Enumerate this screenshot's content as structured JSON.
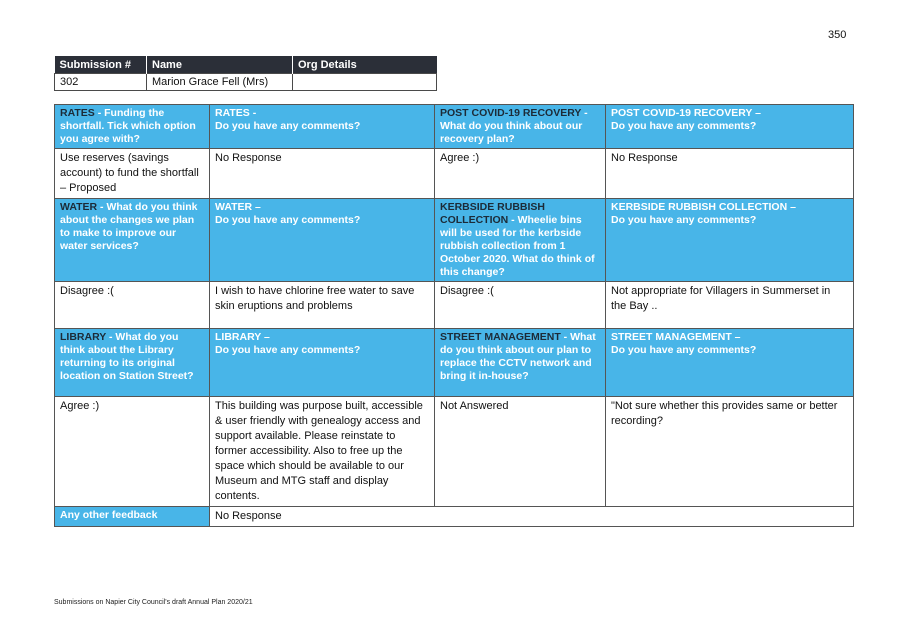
{
  "page_number": "350",
  "submission_table": {
    "headers": [
      "Submission #",
      "Name",
      "Org Details"
    ],
    "row": [
      "302",
      "Marion Grace Fell (Mrs)",
      ""
    ]
  },
  "main_table": {
    "rates": {
      "q1_lead": "RATES",
      "q1_text": " - Funding the shortfall. Tick which option you agree with?",
      "q2_lead": "RATES -",
      "q2_text": "Do you have any comments?",
      "a1": "Use reserves (savings account) to fund the shortfall – Proposed",
      "a2": "No Response"
    },
    "covid": {
      "q1_lead": "POST COVID-19 RECOVERY",
      "q1_text": " - What do you think about our recovery plan?",
      "q2_lead": "POST COVID-19 RECOVERY –",
      "q2_text": "Do you have any comments?",
      "a1": "Agree :)",
      "a2": "No Response"
    },
    "water": {
      "q1_lead": "WATER",
      "q1_text": " - What do you think about the changes we plan to make to improve our water services?",
      "q2_lead": "WATER –",
      "q2_text": "Do you have any comments?",
      "a1": "Disagree :(",
      "a2": "I wish to have chlorine free water to save skin eruptions and problems"
    },
    "kerbside": {
      "q1_lead": "KERBSIDE RUBBISH COLLECTION",
      "q1_text": " - Wheelie bins will be used for the kerbside rubbish collection from 1 October 2020. What do think of this change?",
      "q2_lead": "KERBSIDE RUBBISH COLLECTION –",
      "q2_text": "Do you have any comments?",
      "a1": "Disagree :(",
      "a2": "Not appropriate for Villagers in Summerset in the Bay .."
    },
    "library": {
      "q1_lead": "LIBRARY",
      "q1_text": " - What do you think about the Library returning to its original location on Station Street?",
      "q2_lead": "LIBRARY –",
      "q2_text": "Do you have any comments?",
      "a1": "Agree :)",
      "a2": "This building was purpose built, accessible & user friendly with genealogy access and support available. Please reinstate to former accessibility. Also to free up the space which should be available to our Museum and MTG staff and display contents."
    },
    "street": {
      "q1_lead": "STREET MANAGEMENT",
      "q1_text": " - What do you think about our plan to replace the CCTV network and bring it in-house?",
      "q2_lead": "STREET MANAGEMENT –",
      "q2_text": "Do you have any comments?",
      "a1": "Not Answered",
      "a2": "\"Not sure whether this provides same or better recording?"
    },
    "feedback": {
      "label": "Any other feedback",
      "answer": "No Response"
    }
  },
  "footer": "Submissions on Napier City Council's draft Annual Plan 2020/21",
  "colors": {
    "header_blue": "#48b5e8",
    "dark_header": "#2b2f38"
  }
}
